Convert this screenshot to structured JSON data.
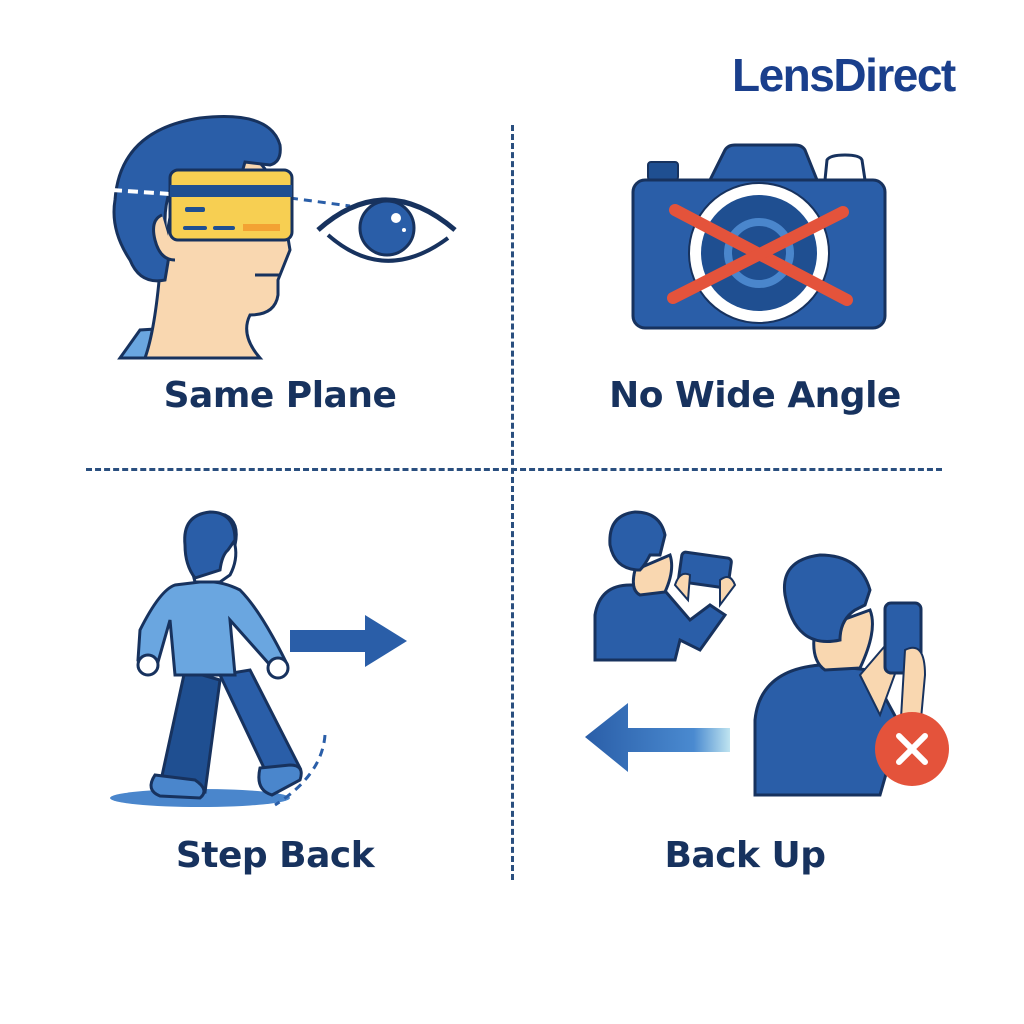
{
  "brand": {
    "name": "LensDirect",
    "color": "#1a3f8c"
  },
  "panels": [
    {
      "id": "same-plane",
      "label": "Same Plane",
      "illustration": "person-holding-card-at-eye-level-with-eye-icon"
    },
    {
      "id": "no-wide-angle",
      "label": "No Wide Angle",
      "illustration": "camera-icon-crossed-out"
    },
    {
      "id": "step-back",
      "label": "Step Back",
      "illustration": "person-walking-with-right-arrow"
    },
    {
      "id": "back-up",
      "label": "Back Up",
      "illustration": "person-taking-photo-with-left-arrow-and-x-badge"
    }
  ],
  "colors": {
    "primary_blue": "#2a5ea8",
    "dark_navy": "#17325e",
    "light_blue": "#6aa6e0",
    "card_yellow": "#f7cf52",
    "skin": "#f9d7b0",
    "error_red": "#e4533b",
    "divider": "#2a4f7f"
  }
}
